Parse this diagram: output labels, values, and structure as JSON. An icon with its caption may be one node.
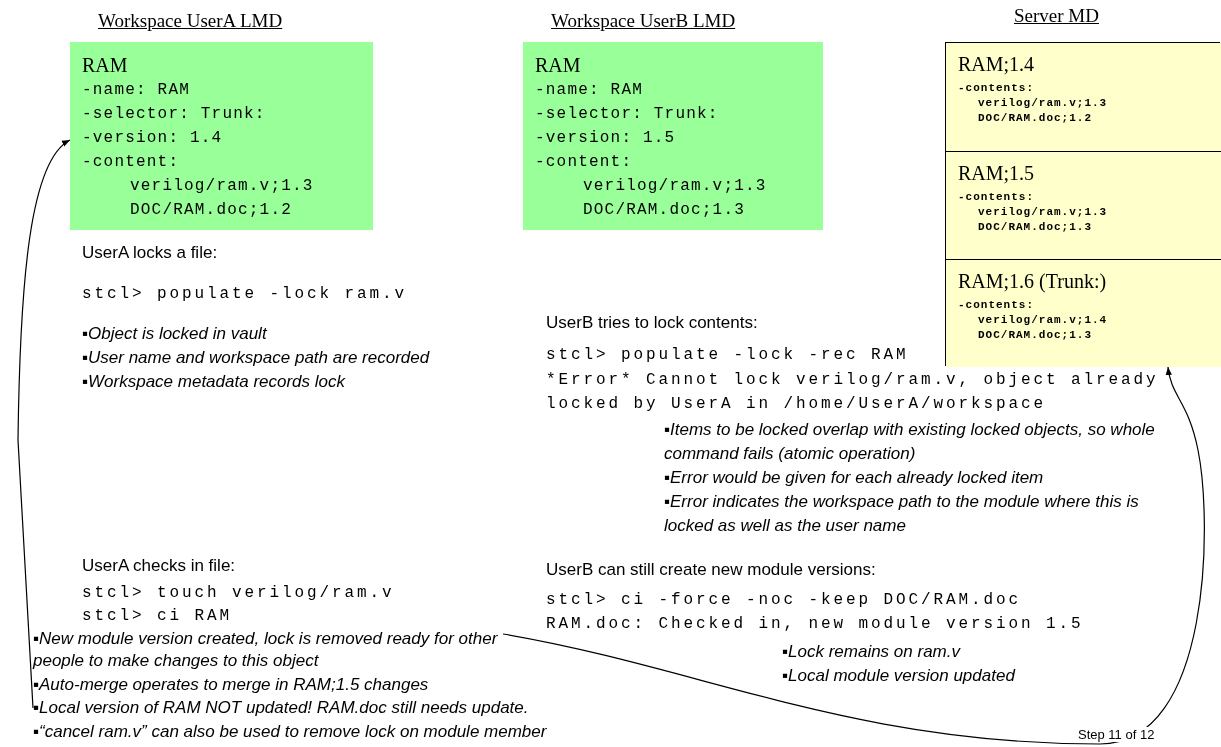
{
  "diagram": {
    "nodes": [
      {
        "text": [
          "Workspace UserA LMD",
          "RAM",
          "-name: RAM",
          "-selector: Trunk:",
          "-version: 1.4",
          "-content:",
          "verilog/ram.v;1.3",
          "DOC/RAM.doc;1.2"
        ]
      },
      {
        "text": [
          "Workspace UserB LMD",
          "RAM",
          "-name: RAM",
          "-selector: Trunk:",
          "-version: 1.5",
          "-content:",
          "verilog/ram.v;1.3",
          "DOC/RAM.doc;1.3"
        ]
      },
      {
        "text": [
          "Server MD"
        ]
      },
      {
        "text": [
          "RAM;1.4",
          "-contents:",
          "verilog/ram.v;1.3",
          "DOC/RAM.doc;1.2"
        ],
        "in": 2
      },
      {
        "text": [
          "RAM;1.5",
          "-contents:",
          "verilog/ram.v;1.3",
          "DOC/RAM.doc;1.3"
        ],
        "in": 2
      },
      {
        "text": [
          "RAM;1.6 (Trunk:)",
          "-contents:",
          "verilog/ram.v;1.4",
          "DOC/RAM.doc;1.3"
        ],
        "in": 2
      },
      {
        "text": [
          "▪New module version created, lock is removed ready for other people to make changes to this object"
        ]
      },
      {
        "text": [
          "▪Local version of RAM NOT updated! RAM.doc still needs update."
        ]
      }
    ],
    "edges": [
      {
        "from": 6,
        "to": 5,
        "arrow": "to"
      },
      {
        "from": 7,
        "to": 0,
        "arrow": "to"
      }
    ],
    "labels": [
      "UserA locks a file:",
      "stcl> populate -lock ram.v",
      "▪Object is locked in vault",
      "▪User name and workspace path are recorded",
      "▪Workspace metadata records lock",
      "UserB tries to lock contents:",
      "stcl> populate -lock -rec RAM",
      "*Error* Cannot lock verilog/ram.v, object already locked by UserA in /home/UserA/workspace",
      "▪Items to be locked overlap with existing locked objects, so whole command fails (atomic operation)",
      "▪Error would be given for each already locked item",
      "▪Error indicates the workspace path to the module where this is locked as well as the user name",
      "UserA checks in file:",
      "stcl> touch verilog/ram.v",
      "stcl> ci RAM",
      "UserB can still create new module versions:",
      "stcl> ci -force -noc -keep DOC/RAM.doc",
      "RAM.doc: Checked in, new module version 1.5",
      "▪Lock remains on ram.v",
      "▪Local module version updated",
      "▪Auto-merge operates to merge in RAM;1.5 changes",
      "▪“cancel ram.v” can also be used to remove lock on module member",
      "Step 11 of 12"
    ]
  }
}
